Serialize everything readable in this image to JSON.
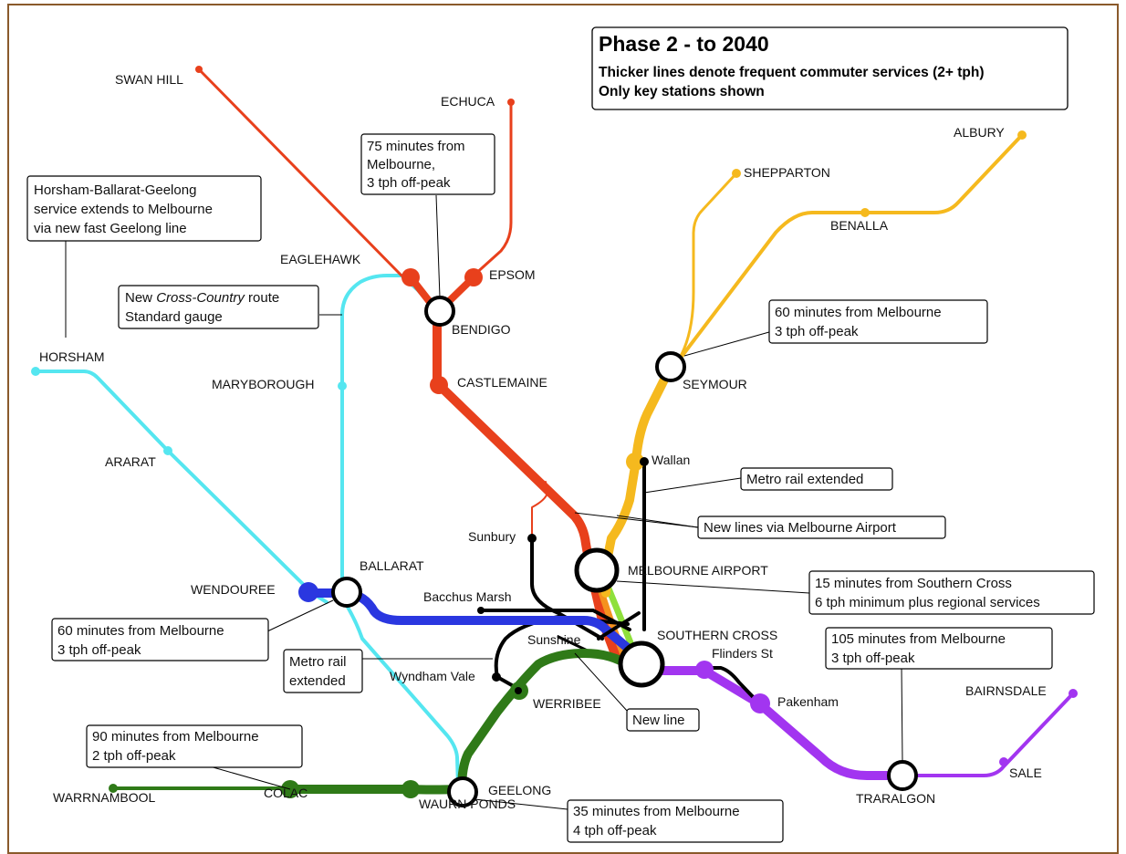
{
  "title": {
    "heading": "Phase 2 - to 2040",
    "line1": "Thicker lines denote frequent commuter services (2+ tph)",
    "line2": "Only key stations shown"
  },
  "colors": {
    "swan_hill": "#e8401c",
    "bendigo": "#e8401c",
    "shepparton": "#f5b91e",
    "albury": "#f5b91e",
    "ararat": "#55e6f0",
    "maryborough": "#55e6f0",
    "ballarat": "#2a37e0",
    "geelong": "#2f7a18",
    "gippsland": "#a235f0",
    "metro": "#000000",
    "airport_green": "#8fe03c",
    "airport_orange": "#f5911e",
    "border": "#8a5a2b"
  },
  "stations": {
    "swan_hill": "SWAN HILL",
    "echuca": "ECHUCA",
    "albury": "ALBURY",
    "shepparton": "SHEPPARTON",
    "benalla": "BENALLA",
    "eaglehawk": "EAGLEHAWK",
    "epsom": "EPSOM",
    "bendigo": "BENDIGO",
    "horsham": "HORSHAM",
    "maryborough": "MARYBOROUGH",
    "castlemaine": "CASTLEMAINE",
    "seymour": "SEYMOUR",
    "ararat": "ARARAT",
    "wallan": "Wallan",
    "sunbury": "Sunbury",
    "melbourne_airport": "MELBOURNE AIRPORT",
    "wendouree": "WENDOUREE",
    "ballarat": "BALLARAT",
    "bacchus_marsh": "Bacchus Marsh",
    "southern_cross": "SOUTHERN CROSS",
    "sunshine": "Sunshine",
    "flinders_st": "Flinders St",
    "wyndham_vale": "Wyndham Vale",
    "werribee": "WERRIBEE",
    "pakenham": "Pakenham",
    "bairnsdale": "BAIRNSDALE",
    "sale": "SALE",
    "traralgon": "TRARALGON",
    "warrnambool": "WARRNAMBOOL",
    "colac": "COLAC",
    "geelong": "GEELONG",
    "waurn_ponds": "WAURN PONDS"
  },
  "callouts": {
    "bendigo": [
      "75 minutes from",
      "Melbourne,",
      "3 tph off-peak"
    ],
    "horsham": [
      "Horsham-Ballarat-Geelong",
      "service extends to Melbourne",
      "via new fast Geelong line"
    ],
    "cross_country": [
      "New",
      "Cross-Country",
      "route",
      "Standard gauge"
    ],
    "seymour": [
      "60 minutes from Melbourne",
      "3 tph off-peak"
    ],
    "metro_wallan": [
      "Metro rail extended"
    ],
    "airport_lines": [
      "New lines via Melbourne Airport"
    ],
    "airport_time": [
      "15 minutes from Southern Cross",
      "6 tph minimum plus regional services"
    ],
    "traralgon": [
      "105 minutes from Melbourne",
      "3 tph off-peak"
    ],
    "ballarat": [
      "60 minutes from Melbourne",
      "3 tph off-peak"
    ],
    "metro_wyndham": [
      "Metro rail",
      "extended"
    ],
    "new_line": [
      "New line"
    ],
    "colac": [
      "90 minutes from Melbourne",
      "2 tph off-peak"
    ],
    "geelong": [
      "35 minutes from Melbourne",
      "4 tph off-peak"
    ]
  }
}
